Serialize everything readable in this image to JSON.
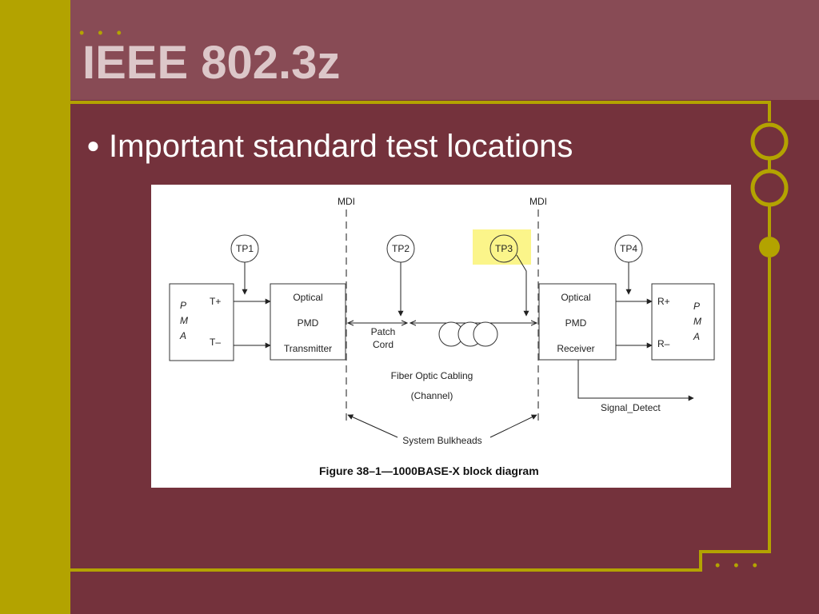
{
  "slide": {
    "title": "IEEE 802.3z",
    "bullet_marker": "●",
    "bullet_text": "Important standard test locations",
    "dots_top": "• • •",
    "dots_bottom": "• • •",
    "colors": {
      "background": "#74323c",
      "band": "#884b55",
      "accent": "#b3a300",
      "title": "#dcc7c9",
      "highlight": "#fbf58a"
    }
  },
  "diagram": {
    "mdi_left": "MDI",
    "mdi_right": "MDI",
    "tp1": "TP1",
    "tp2": "TP2",
    "tp3": "TP3",
    "tp4": "TP4",
    "pma_tx": {
      "p": "P",
      "m": "M",
      "a": "A",
      "t_plus": "T+",
      "t_minus": "T–"
    },
    "transmitter": {
      "line1": "Optical",
      "line2": "PMD",
      "line3": "Transmitter"
    },
    "patch_cord": {
      "line1": "Patch",
      "line2": "Cord"
    },
    "receiver": {
      "line1": "Optical",
      "line2": "PMD",
      "line3": "Receiver"
    },
    "pma_rx": {
      "p": "P",
      "m": "M",
      "a": "A",
      "r_plus": "R+",
      "r_minus": "R–"
    },
    "fiber_cabling": "Fiber Optic Cabling",
    "channel": "(Channel)",
    "signal_detect": "Signal_Detect",
    "bulkheads": "System Bulkheads",
    "caption": "Figure 38–1—1000BASE-X block diagram"
  }
}
